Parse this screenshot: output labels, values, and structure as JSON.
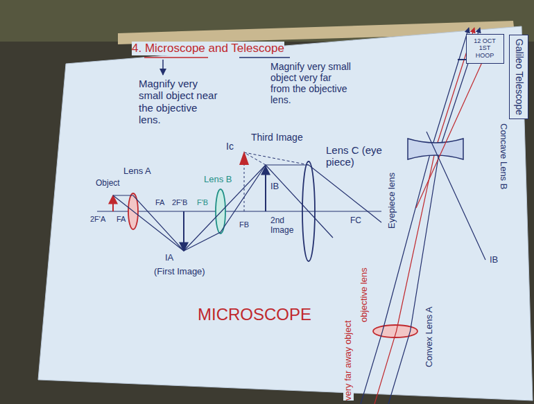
{
  "diagram": {
    "title": "4. Microscope and Telescope",
    "nodes": [
      {
        "text": [
          "12 OCT 1ST HOOP"
        ]
      },
      {
        "text": [
          "Galileo Telescope"
        ]
      }
    ],
    "labels": [
      "Magnify very small object near the objective lens.",
      "Magnify very small object very far from the objective lens.",
      "Ic",
      "Third Image",
      "Lens C (eye piece)",
      "Lens A",
      "Object",
      "2F'A",
      "FA",
      "FA",
      "2F'B",
      "F'B",
      "Lens B",
      "FB",
      "IB",
      "2nd Image",
      "FC",
      "IA",
      "(First Image)",
      "MICROSCOPE",
      "IA",
      "Concave Lens B",
      "Eyepiece lens",
      "IB",
      "objective lens",
      "Convex Lens A",
      "very far away object"
    ]
  }
}
